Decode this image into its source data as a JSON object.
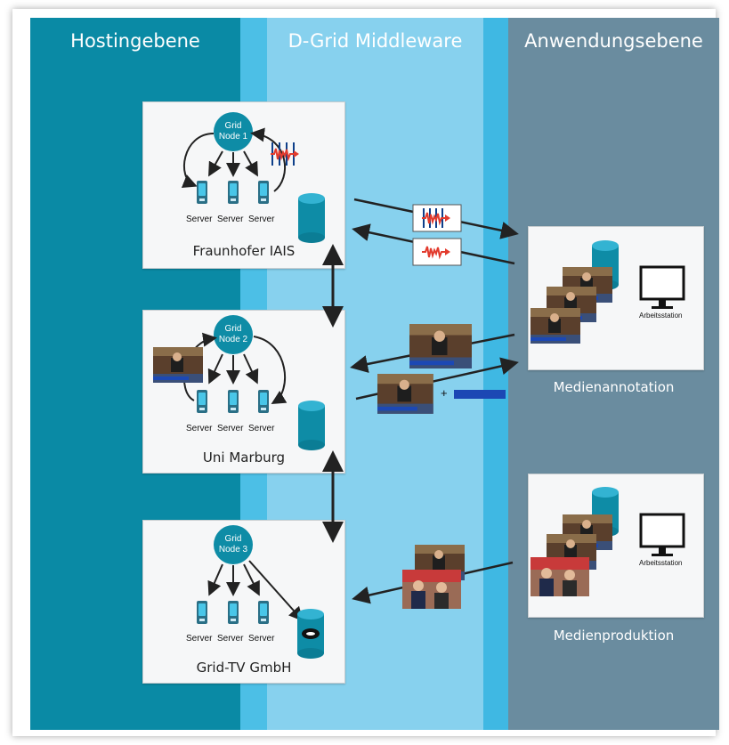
{
  "columns": {
    "hosting": "Hostingebene",
    "middleware": "D-Grid Middleware",
    "application": "Anwendungsebene"
  },
  "nodes": [
    {
      "line1": "Grid",
      "line2": "Node 1",
      "site": "Fraunhofer IAIS"
    },
    {
      "line1": "Grid",
      "line2": "Node 2",
      "site": "Uni Marburg"
    },
    {
      "line1": "Grid",
      "line2": "Node 3",
      "site": "Grid-TV GmbH"
    }
  ],
  "server_label": "Server",
  "applications": [
    {
      "label": "Medienannotation",
      "workstation": "Arbeitsstation"
    },
    {
      "label": "Medienproduktion",
      "workstation": "Arbeitsstation"
    }
  ],
  "plus_sign": "+",
  "colors": {
    "hosting": "#0a8aa5",
    "middleware": "#87d1ee",
    "application": "#6a8c9f",
    "node": "#0e8ca6",
    "signal": "#e23b2e"
  }
}
